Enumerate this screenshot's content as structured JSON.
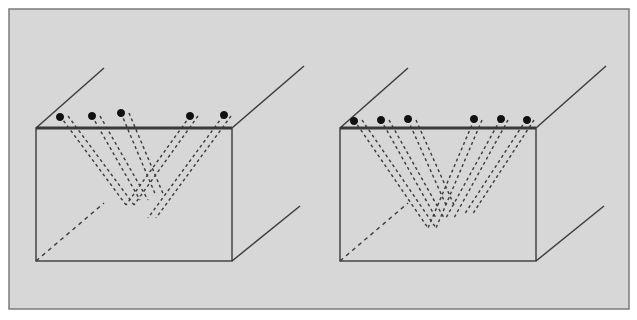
{
  "figure": {
    "panel_count": 2,
    "colors": {
      "background": "#d7d7d7",
      "frame": "#7a7a7a",
      "line": "#3a3a3a",
      "bead": "#111111"
    }
  },
  "panels": [
    {
      "name": "left-block",
      "beads_on_top_edge": 5
    },
    {
      "name": "right-block",
      "beads_on_top_edge": 6
    }
  ]
}
